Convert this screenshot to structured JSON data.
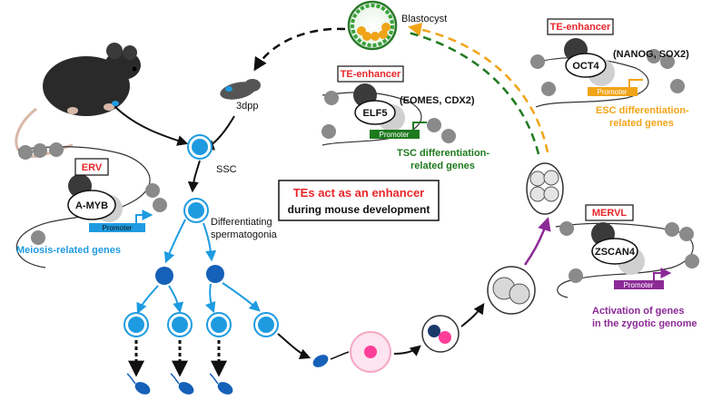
{
  "center_box": {
    "line1": "TEs act as an enhancer",
    "line2": "during mouse development",
    "line1_color": "#e8262a",
    "line2_color": "#111111"
  },
  "labels": {
    "blastocyst": "Blastocyst",
    "dpp": "3dpp",
    "ssc": "SSC",
    "diff_line1": "Differentiating",
    "diff_line2": "spermatogonia"
  },
  "panels": {
    "erv": {
      "tag": "ERV",
      "factor": "A-MYB",
      "promoter": "Promoter",
      "genes_line1": "Meiosis-related genes",
      "color": "#1e9be0"
    },
    "tsc": {
      "tag": "TE-enhancer",
      "factor": "ELF5",
      "partners": "(EOMES, CDX2)",
      "promoter": "Promoter",
      "genes_line1": "TSC differentiation-",
      "genes_line2": "related genes",
      "color": "#1e7a1e"
    },
    "esc": {
      "tag": "TE-enhancer",
      "factor": "OCT4",
      "partners": "(NANOG, SOX2)",
      "promoter": "Promoter",
      "genes_line1": "ESC differentiation-",
      "genes_line2": "related genes",
      "color": "#f0a418"
    },
    "mervl": {
      "tag": "MERVL",
      "factor": "ZSCAN4",
      "promoter": "Promoter",
      "genes_line1": "Activation of genes",
      "genes_line2": "in the zygotic genome",
      "color": "#8b2a96"
    }
  },
  "colors": {
    "tag_text": "#e8262a",
    "spermatogonia_blue": "#1e9be0",
    "sperm_blue": "#1560b8",
    "oocyte_pink": "#ff3e9a",
    "histone_gray": "#8a8a8a"
  }
}
